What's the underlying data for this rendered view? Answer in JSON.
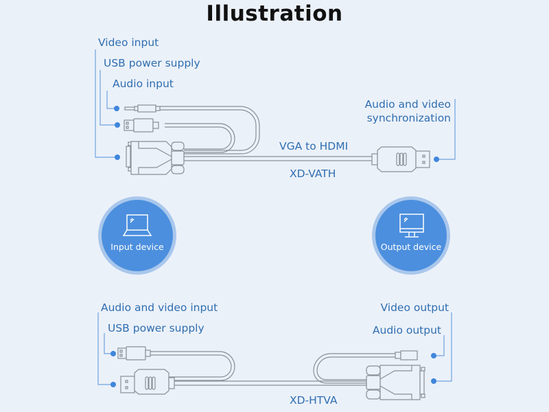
{
  "title": "Illustration",
  "colors": {
    "background": "#ebf1f9",
    "label_text": "#2f6eb0",
    "callout_dot": "#3f86dc",
    "callout_line": "#6fa3de",
    "device_circle": "#4c8fde",
    "device_circle_ring": "#a9c7ec",
    "cable_outline": "#8a8f96"
  },
  "top_diagram": {
    "labels": {
      "video_input": "Video input",
      "usb_power_supply": "USB power supply",
      "audio_input": "Audio input",
      "av_sync_line1": "Audio and video",
      "av_sync_line2": "synchronization",
      "cable_name": "VGA to HDMI",
      "model": "XD-VATH"
    },
    "left_connectors": [
      "audio-jack",
      "usb-a",
      "vga"
    ],
    "right_connectors": [
      "hdmi"
    ]
  },
  "devices": {
    "input": {
      "label": "Input device",
      "icon": "laptop-icon"
    },
    "output": {
      "label": "Output device",
      "icon": "monitor-icon"
    }
  },
  "bottom_diagram": {
    "labels": {
      "av_input": "Audio and video input",
      "usb_power_supply": "USB power supply",
      "video_output": "Video output",
      "audio_output": "Audio output",
      "model": "XD-HTVA"
    },
    "left_connectors": [
      "usb-a",
      "hdmi"
    ],
    "right_connectors": [
      "audio-jack",
      "vga"
    ]
  }
}
